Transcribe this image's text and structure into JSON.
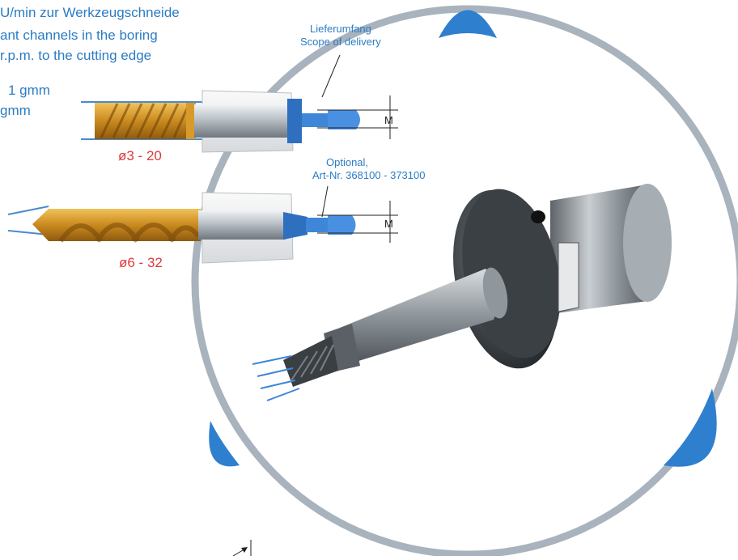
{
  "intro_lines": [
    "U/min zur Werkzeugschneide",
    "ant channels in the boring",
    "r.p.m. to the cutting edge"
  ],
  "gmm_lines": [
    "1 gmm",
    "gmm"
  ],
  "delivery": {
    "label_de": "Lieferumfang",
    "label_en": "Scope of delivery"
  },
  "optional": {
    "line1": "Optional,",
    "line2": "Art-Nr. 368100 - 373100"
  },
  "tools": [
    {
      "range": "ø3 - 20",
      "dimension_label": "M"
    },
    {
      "range": "ø6 - 32",
      "dimension_label": "M"
    }
  ],
  "colors": {
    "text_blue": "#2b7cc3",
    "range_red": "#e03a3a",
    "ring_gray": "#a9b3bd",
    "triangle_blue": "#2f7fcf",
    "gold": "#c98a1e"
  }
}
